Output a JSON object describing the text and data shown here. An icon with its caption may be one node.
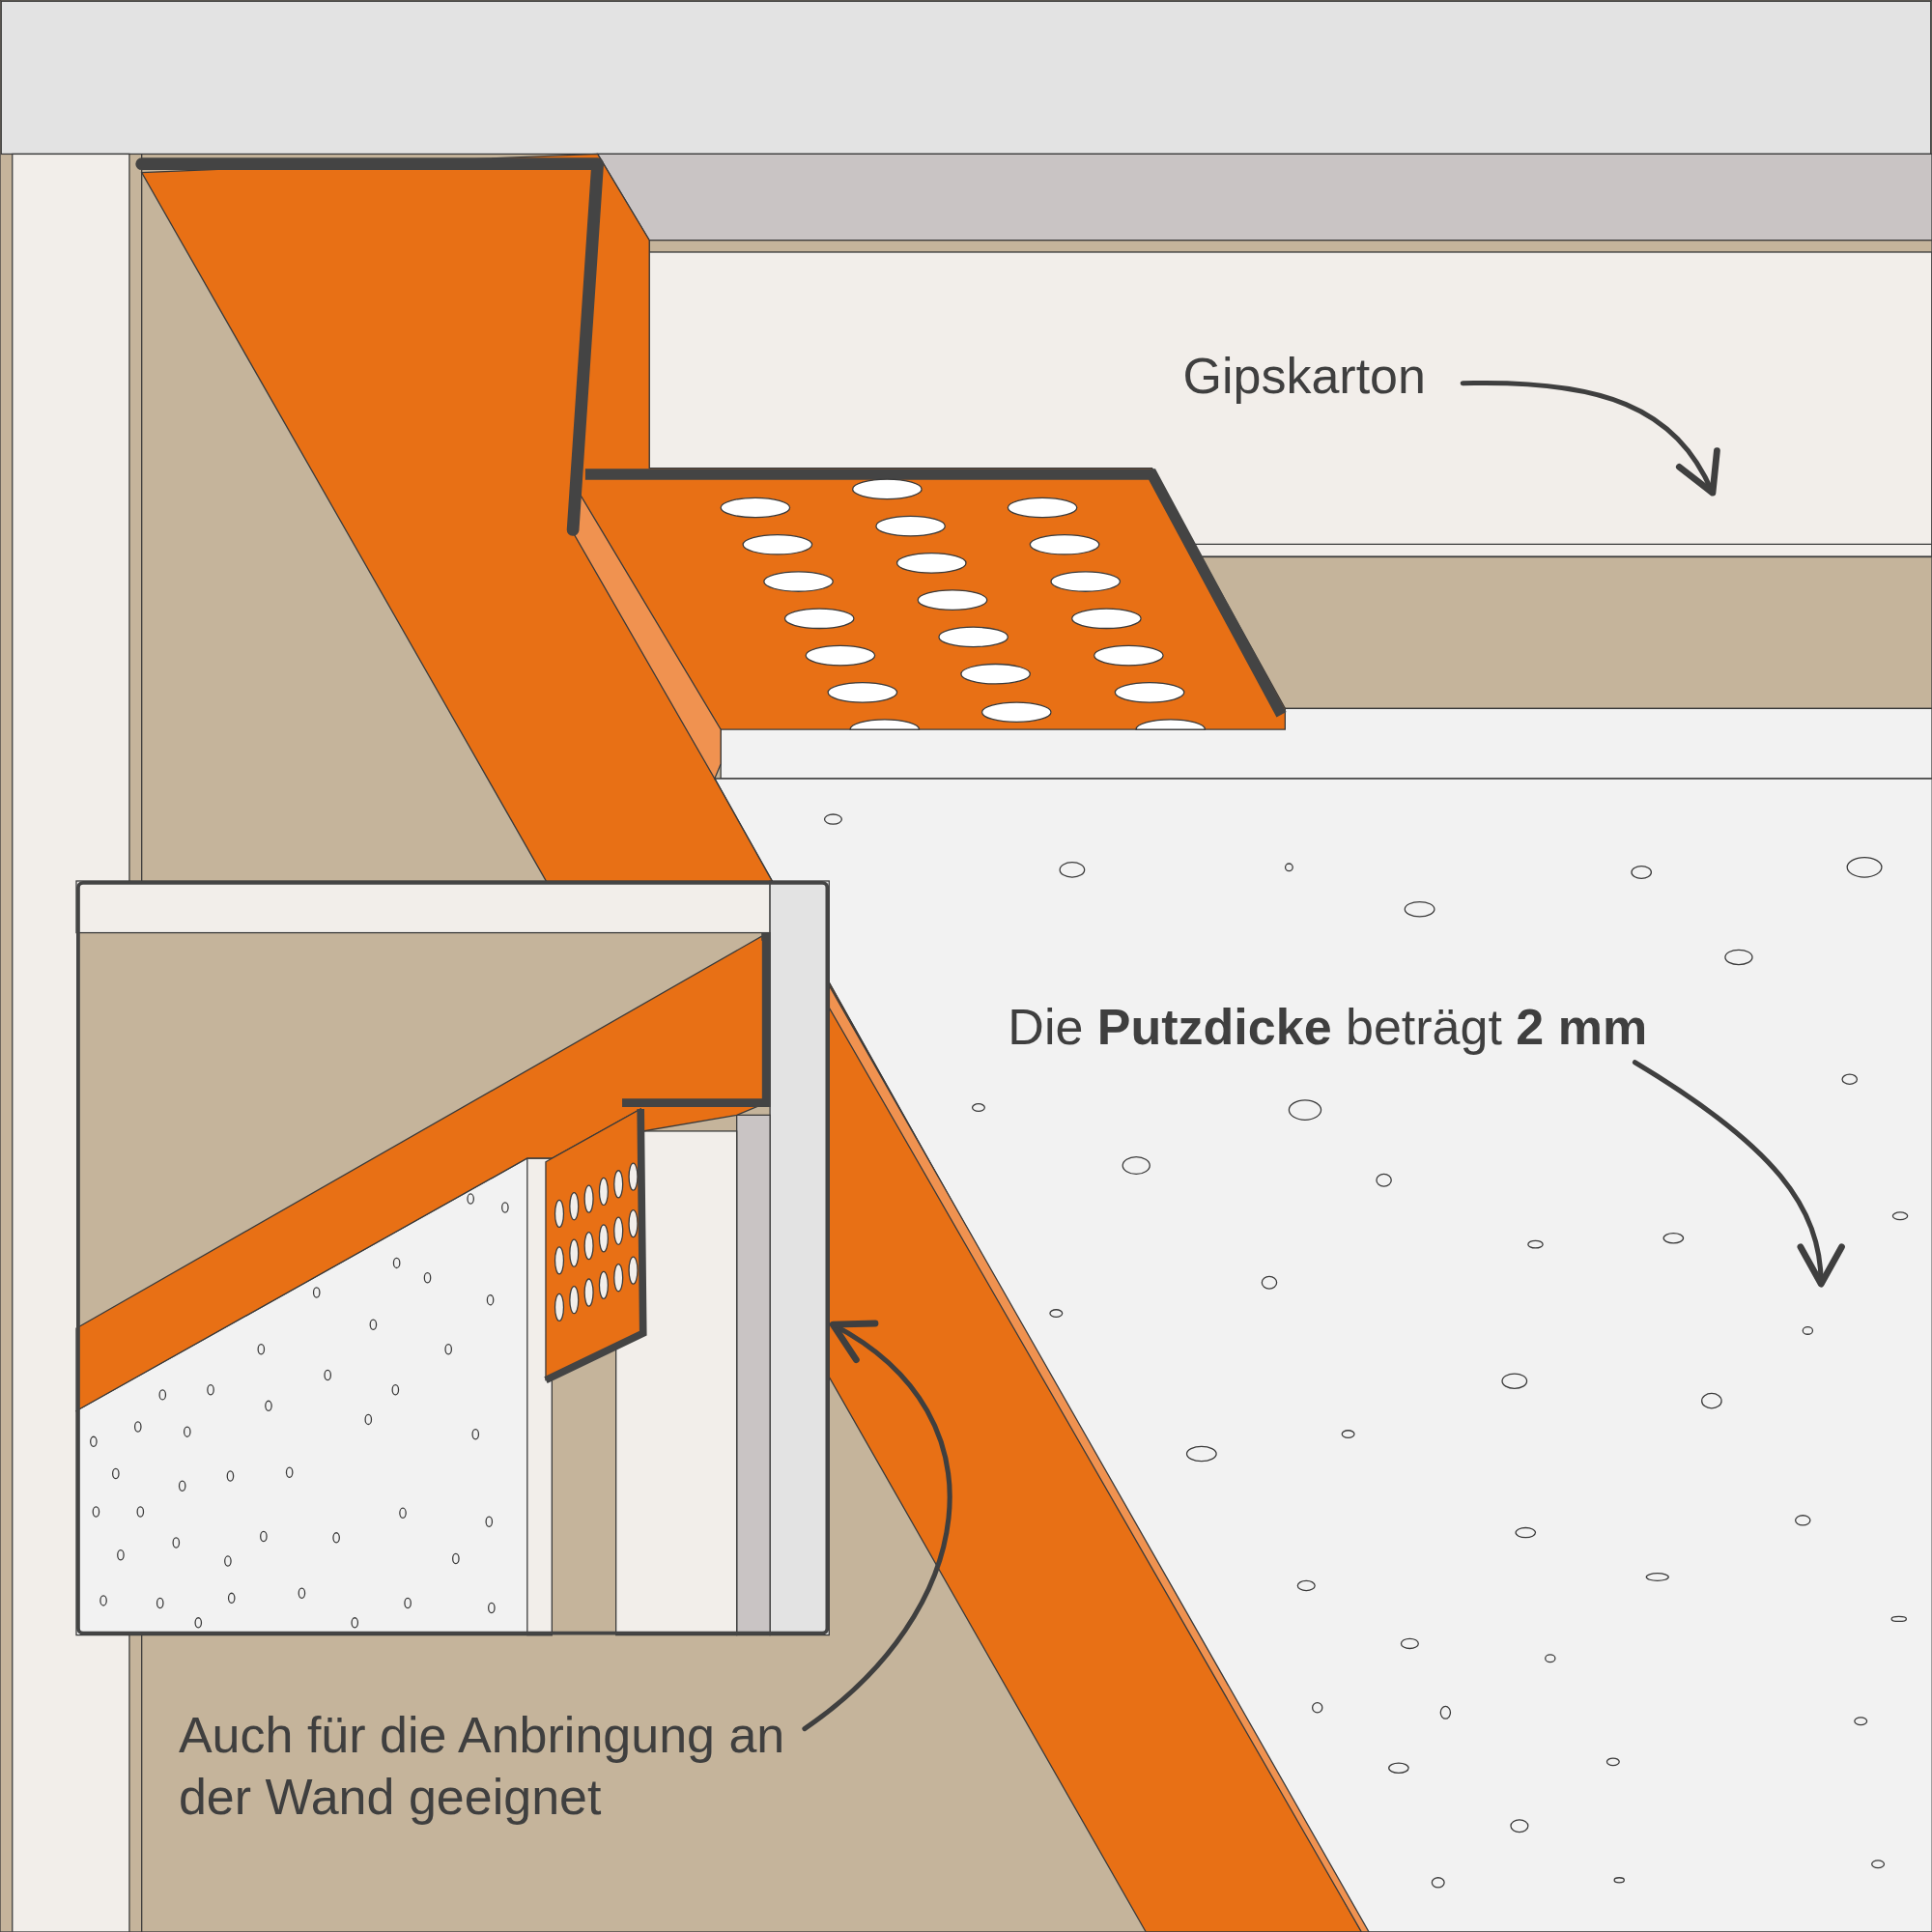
{
  "diagram": {
    "nodes": [
      {
        "text": [
          "Gipskarton"
        ],
        "in": 1
      },
      {
        "text": [],
        "shape": "box"
      },
      {
        "text": [
          "Die **Putzdicke** beträgt **2 mm**"
        ],
        "in": 3
      },
      {
        "text": [],
        "shape": "box"
      },
      {
        "text": [
          "Auch für die Anbringung an der Wand geeignet"
        ]
      },
      {
        "text": [],
        "shape": "picture"
      }
    ],
    "edges": [
      {
        "from": 0,
        "to": 1,
        "arrow": "to"
      },
      {
        "from": 2,
        "to": 3,
        "arrow": "to"
      },
      {
        "from": 4,
        "to": 5,
        "arrow": "to"
      }
    ]
  }
}
